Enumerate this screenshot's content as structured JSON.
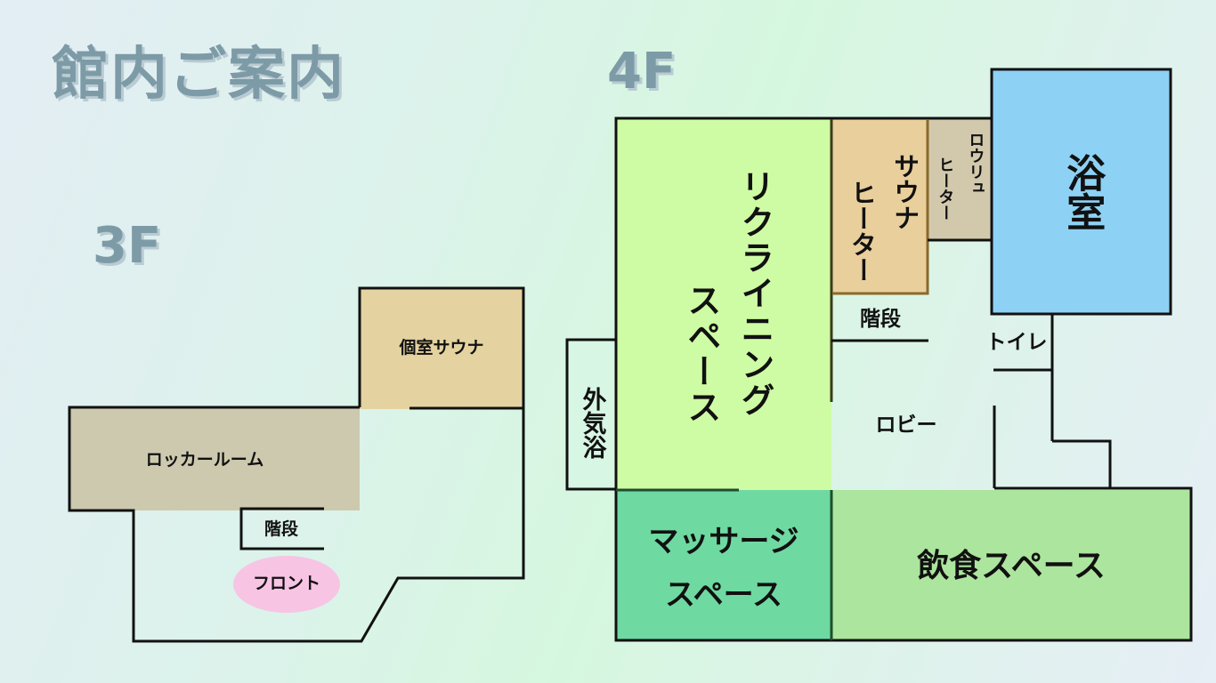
{
  "title": "館内ご案内",
  "floors": {
    "3F": {
      "label": "3F",
      "rooms": {
        "private_sauna": "個室サウナ",
        "locker_room": "ロッカールーム",
        "stairs": "階段",
        "front": "フロント"
      }
    },
    "4F": {
      "label": "4F",
      "rooms": {
        "reclining_space_line1": "リクライニング",
        "reclining_space_line2": "スペース",
        "sauna_heater_line1": "サウナ",
        "sauna_heater_line2": "ヒーター",
        "loyly_heater_line1": "ロウリュ",
        "loyly_heater_line2": "ヒーター",
        "bathroom": "浴室",
        "stairs": "階段",
        "toilet": "トイレ",
        "lobby": "ロビー",
        "outdoor_bath": "外気浴",
        "massage_line1": "マッサージ",
        "massage_line2": "スペース",
        "dining_space": "飲食スペース"
      }
    }
  },
  "colors": {
    "title": "#7d9ba7",
    "private_sauna": "#e4d3a0",
    "locker_room": "#cdc9ae",
    "front": "#f7c4e4",
    "reclining": "#cefca4",
    "sauna_heater": "#e8cf9c",
    "loyly_heater": "#d2c9ad",
    "bathroom": "#8dd2f5",
    "massage": "#6fd9a2",
    "dining": "#ace59e",
    "walls": "#111111"
  }
}
